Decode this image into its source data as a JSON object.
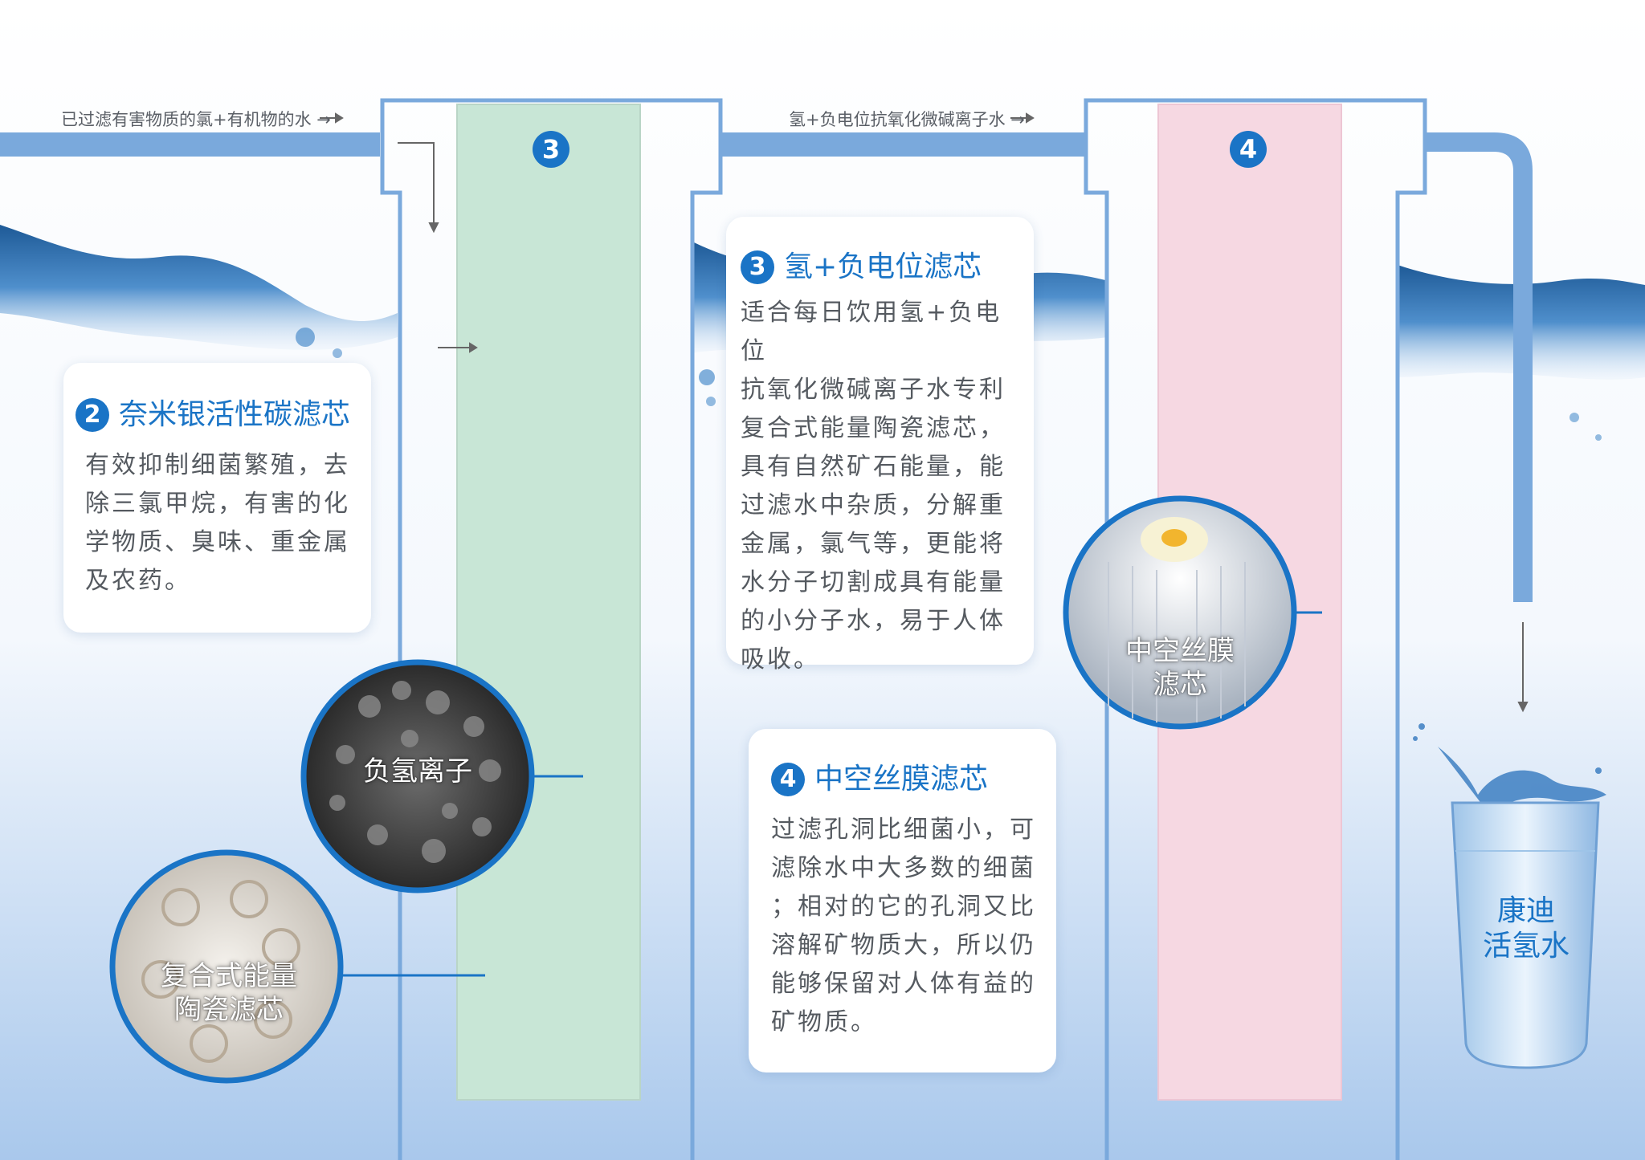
{
  "flow_labels": {
    "left": "已过滤有害物质的氯+有机物的水 →",
    "right": "氢+负电位抗氧化微碱离子水 →"
  },
  "stages": {
    "stage3_badge": "3",
    "stage4_badge": "4"
  },
  "cards": {
    "card2": {
      "number": "2",
      "title": "奈米银活性碳滤芯",
      "lines": [
        "有效抑制细菌繁殖，去",
        "除三氯甲烷，有害的化",
        "学物质、臭味、重金属",
        "及农药。"
      ]
    },
    "card3": {
      "number": "3",
      "title": "氢+负电位滤芯",
      "lines": [
        "适合每日饮用氢+负电位",
        "抗氧化微碱离子水专利",
        "复合式能量陶瓷滤芯，",
        "具有自然矿石能量，能",
        "过滤水中杂质，分解重",
        "金属，氯气等，更能将",
        "水分子切割成具有能量",
        "的小分子水，易于人体",
        "吸收。"
      ]
    },
    "card4": {
      "number": "4",
      "title": "中空丝膜滤芯",
      "lines": [
        "过滤孔洞比细菌小，可",
        "滤除水中大多数的细菌",
        "；相对的它的孔洞又比",
        "溶解矿物质大，所以仍",
        "能够保留对人体有益的",
        "矿物质。"
      ]
    }
  },
  "circles": {
    "granules": "负氢离子",
    "ceramic": [
      "复合式能量",
      "陶瓷滤芯"
    ],
    "membrane": [
      "中空丝膜",
      "滤芯"
    ]
  },
  "glass": [
    "康迪",
    "活氢水"
  ],
  "colors": {
    "pipe": "#7aa9dc",
    "accent": "#1a74c6",
    "stage3_fill": "#c8e6d6",
    "stage4_fill": "#f6d8e2",
    "card_text": "#555a60"
  },
  "icons": [
    "arrow-right-icon",
    "arrow-down-icon",
    "water-splash-icon",
    "water-glass-icon"
  ]
}
